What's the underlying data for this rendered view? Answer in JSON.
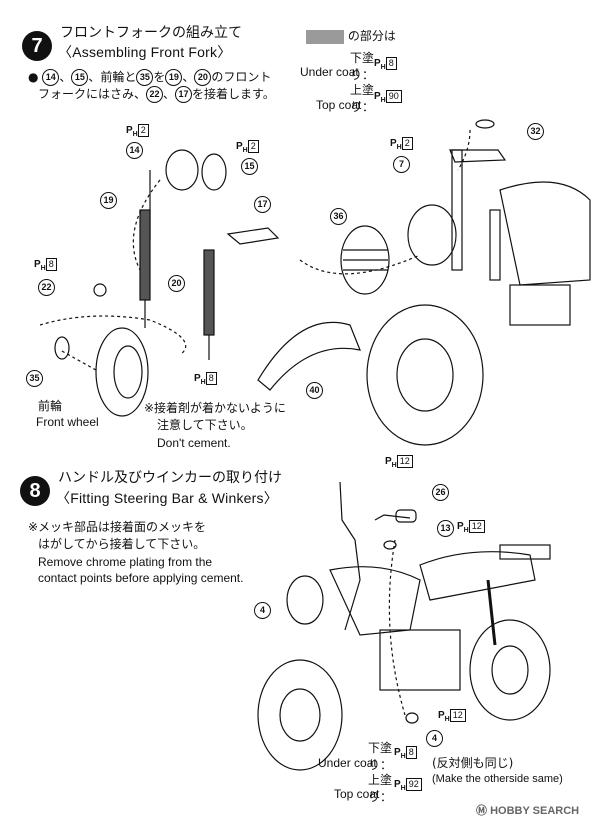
{
  "step7": {
    "number": "7",
    "title_jp": "フロントフォークの組み立て",
    "title_en": "〈Assembling Front Fork〉",
    "instr_jp_1": "、前輪と",
    "instr_jp_2": "を",
    "instr_jp_3": "のフロント",
    "instr_jp_4": "フォークにはさみ、",
    "instr_jp_5": "を接着します。",
    "inline_parts": [
      "14",
      "15",
      "35",
      "19",
      "20",
      "22",
      "17"
    ],
    "note_jp_1": "※接着剤が着かないように",
    "note_jp_2": "注意して下さい。",
    "note_en": "Don't cement.",
    "wheel_jp": "前輪",
    "wheel_en": "Front wheel"
  },
  "legend": {
    "suffix": "の部分は",
    "under_jp": "下塗り：",
    "under_en": "Under coat",
    "under_code": "8",
    "top_jp": "上塗り：",
    "top_en": "Top coat",
    "top_code": "90"
  },
  "step8": {
    "number": "8",
    "title_jp": "ハンドル及びウインカーの取り付け",
    "title_en": "〈Fitting Steering Bar & Winkers〉",
    "note_jp_1": "※メッキ部品は接着面のメッキを",
    "note_jp_2": "はがしてから接着して下さい。",
    "note_en_1": "Remove chrome plating from the",
    "note_en_2": "contact points before applying cement.",
    "under_jp": "下塗り：",
    "under_en": "Under coat",
    "under_code": "8",
    "top_jp": "上塗り：",
    "top_en": "Top coat",
    "top_code": "92",
    "same_jp": "(反対側も同じ)",
    "same_en": "(Make the otherside same)"
  },
  "ph_prefix": "P",
  "ph_sub": "H",
  "callouts7": {
    "a": "14",
    "b": "15",
    "c": "19",
    "d": "17",
    "e": "22",
    "f": "20",
    "g": "35",
    "h": "36",
    "i": "7",
    "j": "32",
    "k": "40",
    "ph_a": "2",
    "ph_b": "2",
    "ph_c": "8",
    "ph_d": "8",
    "ph_e": "2"
  },
  "callouts8": {
    "a": "26",
    "b": "13",
    "c": "4",
    "d": "4",
    "ph_a": "12",
    "ph_b": "12",
    "ph_c": "12"
  },
  "watermark": "HOBBY SEARCH"
}
